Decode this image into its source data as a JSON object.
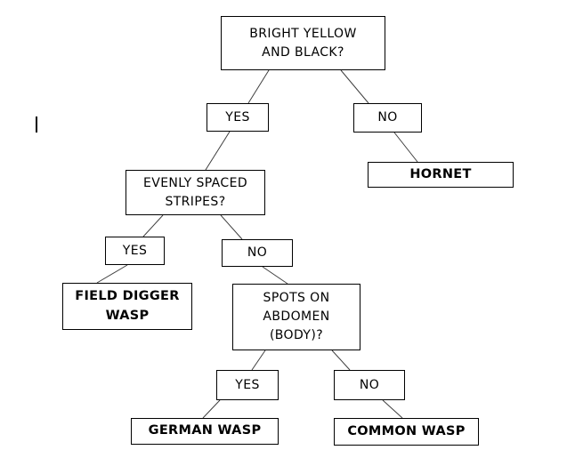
{
  "page": {
    "background_color": "#ffffff",
    "box_fill_color": "#ffffff",
    "box_border_color": "#000000",
    "text_color": "#000000",
    "connector_color": "#3f3f3f",
    "cursor_artifact_glyph": "|"
  },
  "diagram": {
    "type": "decision-tree",
    "nodes": {
      "q_yellow_black": {
        "role": "question",
        "lines": [
          "BRIGHT YELLOW",
          "AND BLACK?"
        ]
      },
      "yes1": {
        "role": "branch",
        "lines": [
          "YES"
        ]
      },
      "no1": {
        "role": "branch",
        "lines": [
          "NO"
        ]
      },
      "hornet": {
        "role": "answer",
        "lines": [
          "HORNET"
        ]
      },
      "q_stripes": {
        "role": "question",
        "lines": [
          "EVENLY SPACED",
          "STRIPES?"
        ]
      },
      "yes2": {
        "role": "branch",
        "lines": [
          "YES"
        ]
      },
      "no2": {
        "role": "branch",
        "lines": [
          "NO"
        ]
      },
      "field_digger": {
        "role": "answer",
        "lines": [
          "FIELD DIGGER",
          "WASP"
        ]
      },
      "q_spots": {
        "role": "question",
        "lines": [
          "SPOTS ON",
          "ABDOMEN",
          "(BODY)?"
        ]
      },
      "yes3": {
        "role": "branch",
        "lines": [
          "YES"
        ]
      },
      "no3": {
        "role": "branch",
        "lines": [
          "NO"
        ]
      },
      "german": {
        "role": "answer",
        "lines": [
          "GERMAN WASP"
        ]
      },
      "common": {
        "role": "answer",
        "lines": [
          "COMMON WASP"
        ]
      }
    },
    "edges": [
      {
        "from": "q_yellow_black",
        "to": "yes1"
      },
      {
        "from": "q_yellow_black",
        "to": "no1"
      },
      {
        "from": "no1",
        "to": "hornet"
      },
      {
        "from": "yes1",
        "to": "q_stripes"
      },
      {
        "from": "q_stripes",
        "to": "yes2"
      },
      {
        "from": "q_stripes",
        "to": "no2"
      },
      {
        "from": "yes2",
        "to": "field_digger"
      },
      {
        "from": "no2",
        "to": "q_spots"
      },
      {
        "from": "q_spots",
        "to": "yes3"
      },
      {
        "from": "q_spots",
        "to": "no3"
      },
      {
        "from": "yes3",
        "to": "german"
      },
      {
        "from": "no3",
        "to": "common"
      }
    ]
  }
}
